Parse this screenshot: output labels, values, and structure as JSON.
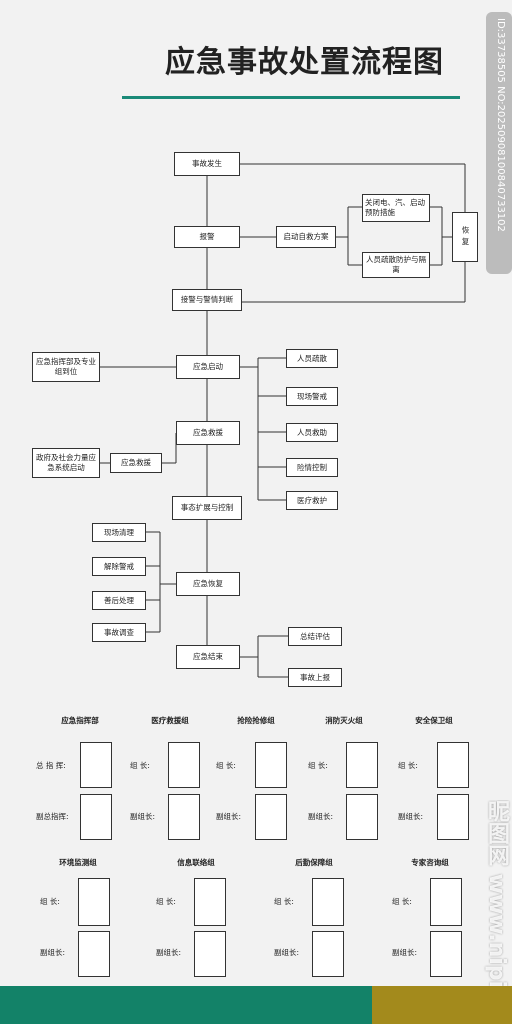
{
  "title": "应急事故处置流程图",
  "colors": {
    "accent": "#1a8a78",
    "bottom_left": "#138268",
    "bottom_right": "#a38a1c"
  },
  "flow": {
    "incident": "事故发生",
    "alarm": "报警",
    "plan_start": "启动自救方案",
    "shutoff": "关闭电、汽、启动预防措施",
    "evacuate_protect": "人员疏散防护与隔离",
    "recover": "恢复",
    "receive_judge": "接警与警情判断",
    "hq": "应急指挥部及专业组到位",
    "response_start": "应急启动",
    "evac": "人员疏散",
    "site_control": "现场警戒",
    "rescue_people": "人员救助",
    "hazard_control": "险情控制",
    "medical": "医疗救护",
    "response_rescue": "应急救援",
    "gov_forces": "政府及社会力量应急系统启动",
    "rescue_support": "应急救援",
    "escalation": "事态扩展与控制",
    "site_clear": "现场清理",
    "lift_control": "解除警戒",
    "aftermath": "善后处理",
    "investigation": "事故调查",
    "response_recover": "应急恢复",
    "response_end": "应急结束",
    "summary": "总结评估",
    "report": "事故上报"
  },
  "groups_row1": [
    {
      "name": "应急指挥部",
      "role1": "总 指 挥:",
      "role2": "副总指挥:"
    },
    {
      "name": "医疗救援组",
      "role1": "组    长:",
      "role2": "副组长:"
    },
    {
      "name": "抢险抢修组",
      "role1": "组    长:",
      "role2": "副组长:"
    },
    {
      "name": "消防灭火组",
      "role1": "组    长:",
      "role2": "副组长:"
    },
    {
      "name": "安全保卫组",
      "role1": "组    长:",
      "role2": "副组长:"
    }
  ],
  "groups_row2": [
    {
      "name": "环境监测组",
      "role1": "组    长:",
      "role2": "副组长:"
    },
    {
      "name": "信息联络组",
      "role1": "组    长:",
      "role2": "副组长:"
    },
    {
      "name": "后勤保障组",
      "role1": "组    长:",
      "role2": "副组长:"
    },
    {
      "name": "专家咨询组",
      "role1": "组    长:",
      "role2": "副组长:"
    }
  ],
  "watermark": {
    "id": "ID:33738505 NO:20250908100840733102",
    "site": "昵图网 www.nipic.cn"
  }
}
